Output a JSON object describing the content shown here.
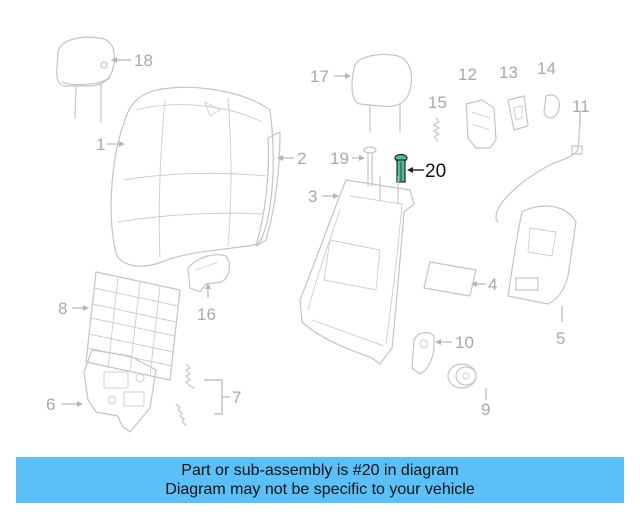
{
  "diagram": {
    "callouts": [
      {
        "id": "1",
        "label": "1"
      },
      {
        "id": "2",
        "label": "2"
      },
      {
        "id": "3",
        "label": "3"
      },
      {
        "id": "4",
        "label": "4"
      },
      {
        "id": "5",
        "label": "5"
      },
      {
        "id": "6",
        "label": "6"
      },
      {
        "id": "7",
        "label": "7"
      },
      {
        "id": "8",
        "label": "8"
      },
      {
        "id": "9",
        "label": "9"
      },
      {
        "id": "10",
        "label": "10"
      },
      {
        "id": "11",
        "label": "11"
      },
      {
        "id": "12",
        "label": "12"
      },
      {
        "id": "13",
        "label": "13"
      },
      {
        "id": "14",
        "label": "14"
      },
      {
        "id": "15",
        "label": "15"
      },
      {
        "id": "16",
        "label": "16"
      },
      {
        "id": "17",
        "label": "17"
      },
      {
        "id": "18",
        "label": "18"
      },
      {
        "id": "19",
        "label": "19"
      },
      {
        "id": "20",
        "label": "20"
      }
    ],
    "highlighted_part": "20",
    "highlight_color": "#4fbf8f"
  },
  "caption": {
    "line1": "Part or sub-assembly is #20 in diagram",
    "line2": "Diagram may not be specific to your vehicle",
    "background": "#5bc0f8"
  }
}
